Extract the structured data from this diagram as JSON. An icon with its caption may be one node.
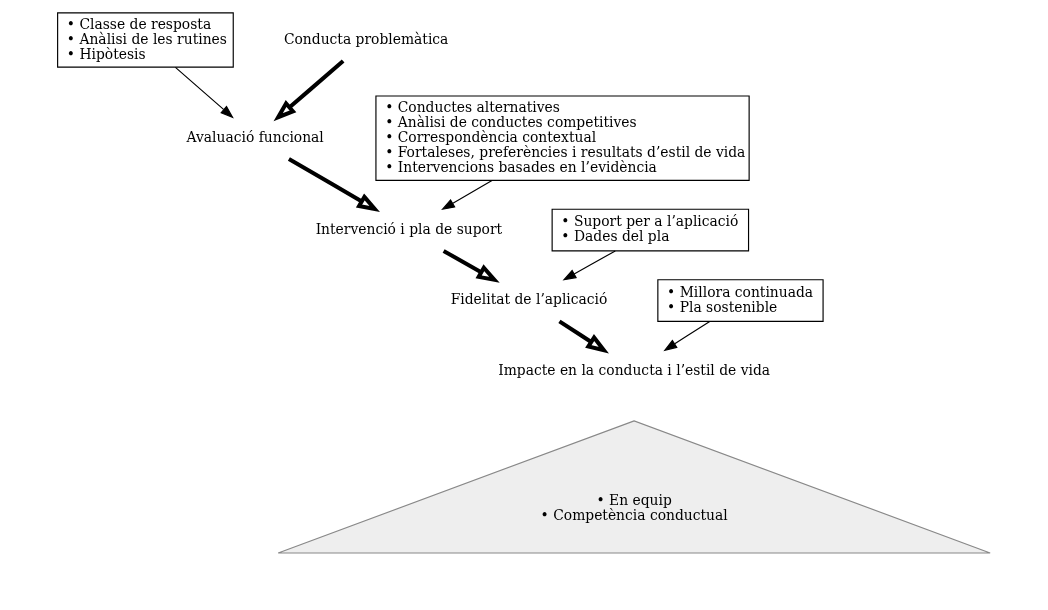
{
  "diagram": {
    "nodes": [
      {
        "text": [
          "• Classe de resposta",
          "• Anàlisi de les rutines",
          "• Hipòtesis"
        ]
      },
      {
        "text": [
          "Conducta problemàtica"
        ]
      },
      {
        "text": [
          "Avaluació funcional"
        ]
      },
      {
        "text": [
          "• Conductes alternatives",
          "• Anàlisi de conductes competitives",
          "• Correspondència contextual",
          "• Fortaleses, preferències i resultats d’estil de vida",
          "• Intervencions basades en l’evidència"
        ]
      },
      {
        "text": [
          "Intervenció i pla de suport"
        ]
      },
      {
        "text": [
          "• Suport per a l’aplicació",
          "• Dades del pla"
        ]
      },
      {
        "text": [
          "Fidelitat de l’aplicació"
        ]
      },
      {
        "text": [
          "• Millora continuada",
          "• Pla sostenible"
        ]
      },
      {
        "text": [
          "Impacte en la conducta i l’estil de vida"
        ]
      },
      {
        "text": [
          "• En equip",
          "• Competència conductual"
        ]
      }
    ],
    "edges": [
      {
        "from": 0,
        "to": 2,
        "arrow": "to"
      },
      {
        "from": 1,
        "to": 2,
        "arrow": "to",
        "style": "thick"
      },
      {
        "from": 2,
        "to": 4,
        "arrow": "to",
        "style": "thick"
      },
      {
        "from": 3,
        "to": 4,
        "arrow": "to"
      },
      {
        "from": 4,
        "to": 6,
        "arrow": "to",
        "style": "thick"
      },
      {
        "from": 5,
        "to": 6,
        "arrow": "to"
      },
      {
        "from": 6,
        "to": 8,
        "arrow": "to",
        "style": "thick"
      },
      {
        "from": 7,
        "to": 8,
        "arrow": "to"
      }
    ]
  }
}
